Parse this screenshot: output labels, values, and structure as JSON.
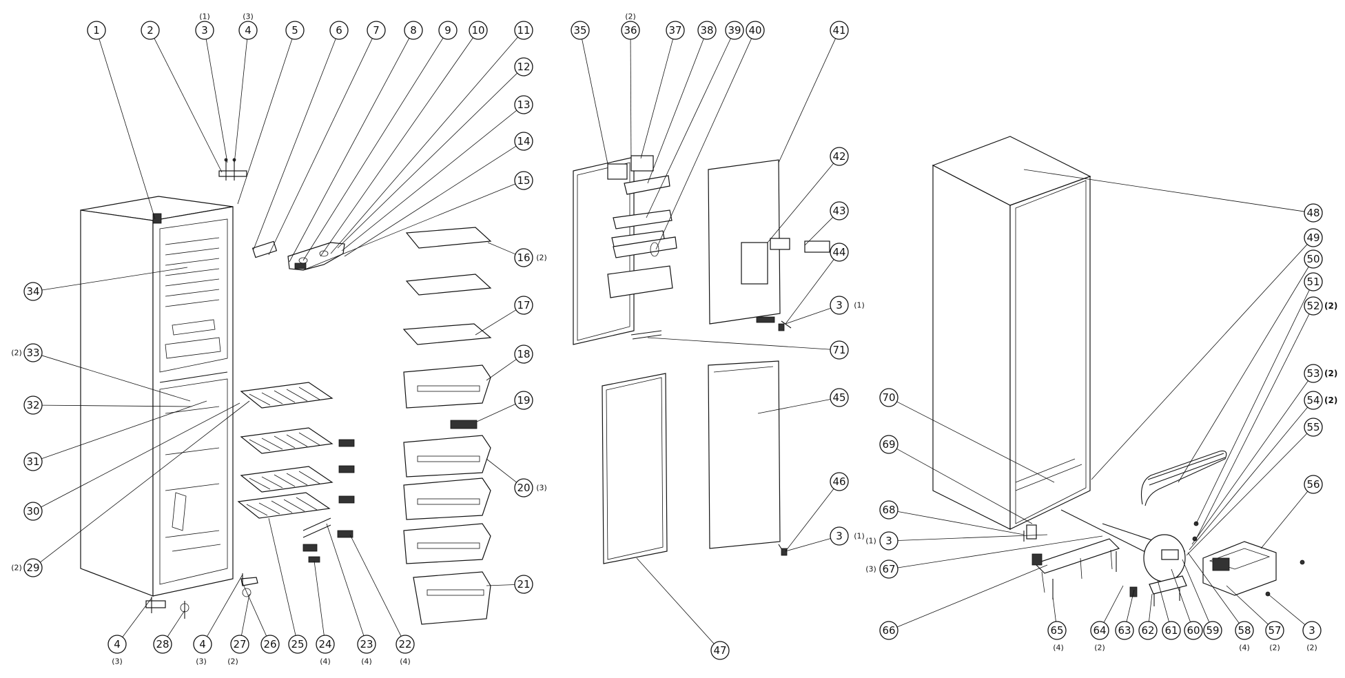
{
  "callouts": [
    {
      "num": "1"
    },
    {
      "num": "2"
    },
    {
      "num": "3",
      "qty": "(1)"
    },
    {
      "num": "4",
      "qty": "(3)"
    },
    {
      "num": "5"
    },
    {
      "num": "6"
    },
    {
      "num": "7"
    },
    {
      "num": "8"
    },
    {
      "num": "9"
    },
    {
      "num": "10"
    },
    {
      "num": "11"
    },
    {
      "num": "12"
    },
    {
      "num": "13"
    },
    {
      "num": "14"
    },
    {
      "num": "15"
    },
    {
      "num": "16",
      "qty": "(2)"
    },
    {
      "num": "17"
    },
    {
      "num": "18"
    },
    {
      "num": "19"
    },
    {
      "num": "20",
      "qty": "(3)"
    },
    {
      "num": "21"
    },
    {
      "num": "22",
      "qty": "(4)"
    },
    {
      "num": "23",
      "qty": "(4)"
    },
    {
      "num": "24",
      "qty": "(4)"
    },
    {
      "num": "25"
    },
    {
      "num": "26"
    },
    {
      "num": "27",
      "qty": "(2)"
    },
    {
      "num": "28"
    },
    {
      "num": "4",
      "qty": "(3)"
    },
    {
      "num": "4",
      "qty": "(3)"
    },
    {
      "num": "29",
      "qty": "(2)"
    },
    {
      "num": "30"
    },
    {
      "num": "31"
    },
    {
      "num": "32"
    },
    {
      "num": "33",
      "qty": "(2)"
    },
    {
      "num": "34"
    },
    {
      "num": "35"
    },
    {
      "num": "36",
      "qty": "(2)"
    },
    {
      "num": "37"
    },
    {
      "num": "38"
    },
    {
      "num": "39"
    },
    {
      "num": "40"
    },
    {
      "num": "41"
    },
    {
      "num": "42"
    },
    {
      "num": "43"
    },
    {
      "num": "44"
    },
    {
      "num": "3",
      "qty": "(1)"
    },
    {
      "num": "71"
    },
    {
      "num": "45"
    },
    {
      "num": "46"
    },
    {
      "num": "3",
      "qty": "(1)"
    },
    {
      "num": "47"
    },
    {
      "num": "48"
    },
    {
      "num": "49"
    },
    {
      "num": "50"
    },
    {
      "num": "51"
    },
    {
      "num": "52",
      "qty": "(2)"
    },
    {
      "num": "53",
      "qty": "(2)"
    },
    {
      "num": "54",
      "qty": "(2)"
    },
    {
      "num": "55"
    },
    {
      "num": "56"
    },
    {
      "num": "70"
    },
    {
      "num": "69"
    },
    {
      "num": "68"
    },
    {
      "num": "3",
      "qty": "(1)"
    },
    {
      "num": "67",
      "qty": "(3)"
    },
    {
      "num": "66"
    },
    {
      "num": "65",
      "qty": "(4)"
    },
    {
      "num": "64",
      "qty": "(2)"
    },
    {
      "num": "63"
    },
    {
      "num": "62"
    },
    {
      "num": "61"
    },
    {
      "num": "60"
    },
    {
      "num": "59"
    },
    {
      "num": "58",
      "qty": "(4)"
    },
    {
      "num": "57",
      "qty": "(2)"
    },
    {
      "num": "3",
      "qty": "(2)"
    }
  ]
}
